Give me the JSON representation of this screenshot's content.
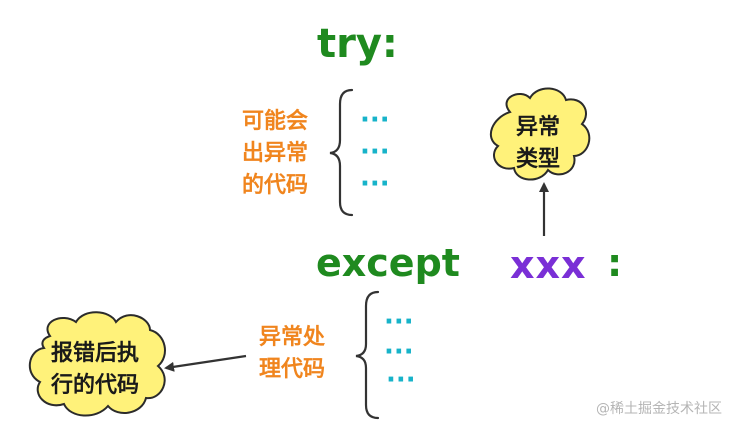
{
  "keywords": {
    "try": "try:",
    "except": "except",
    "exception_type": "xxx",
    "colon": ":"
  },
  "try_block": {
    "label_lines": [
      "可能会",
      "出异常",
      "的代码"
    ],
    "placeholders": [
      "···",
      "···",
      "···"
    ]
  },
  "except_block": {
    "label_lines": [
      "异常处",
      "理代码"
    ],
    "placeholders": [
      "···",
      "···",
      "···"
    ]
  },
  "callouts": {
    "exception_type": [
      "异常",
      "类型"
    ],
    "error_report": [
      "报错后执",
      "行的代码"
    ]
  },
  "watermark": "@稀土掘金技术社区",
  "colors": {
    "keyword": "#1f8a1f",
    "type": "#7a2fd6",
    "label": "#f0851e",
    "dots": "#17b3c9",
    "cloud_fill": "#fff27a",
    "bracket": "#333333"
  }
}
